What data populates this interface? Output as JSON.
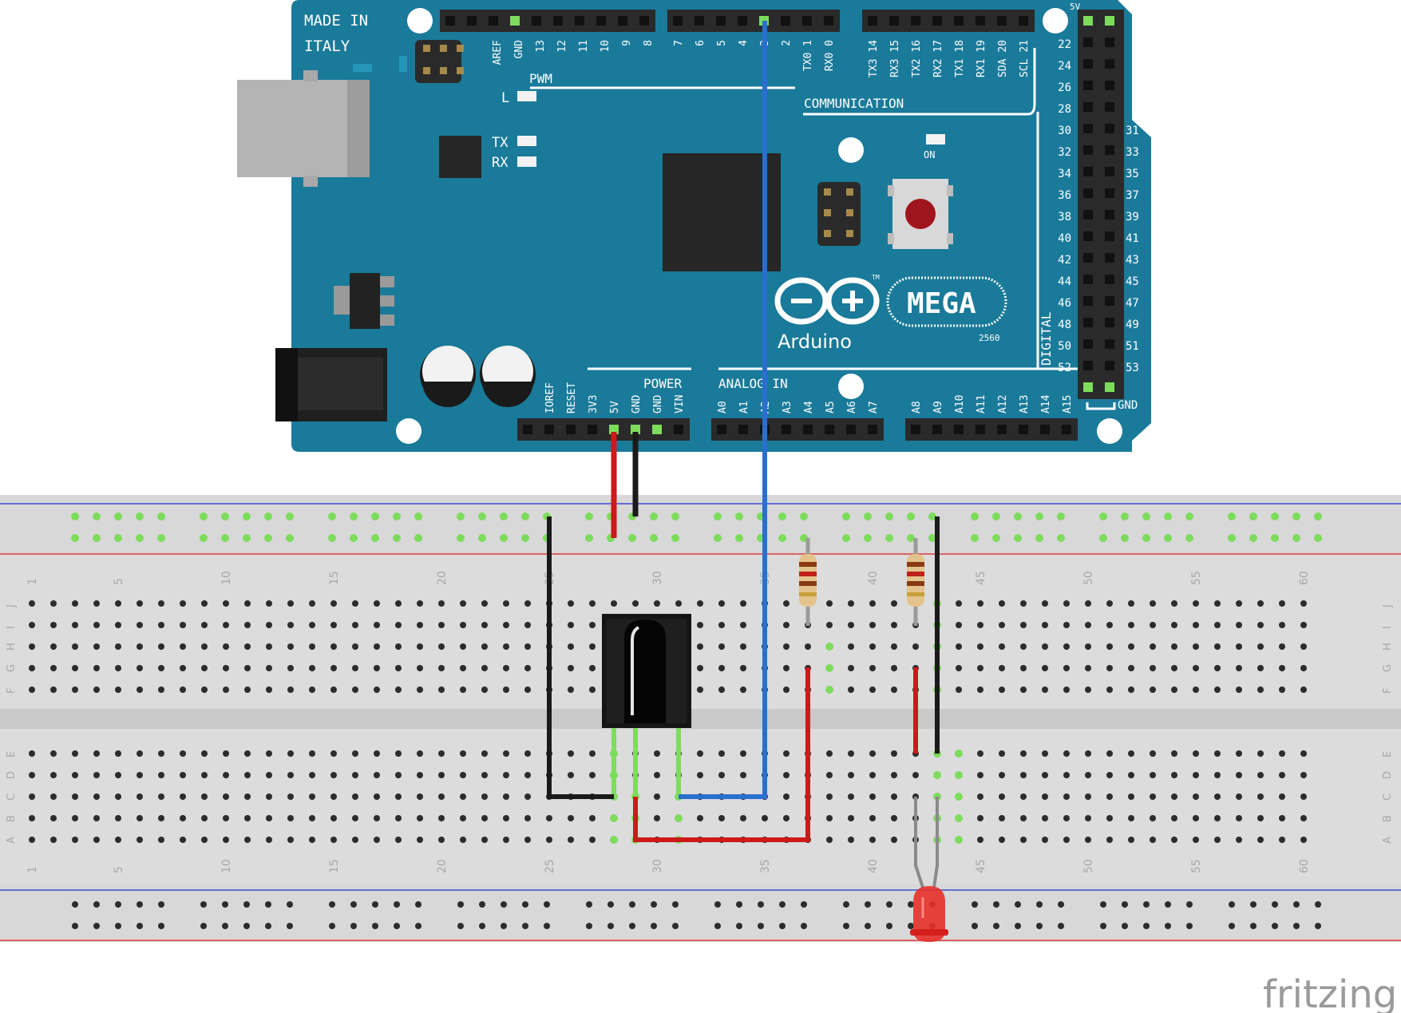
{
  "board": {
    "made_in": "MADE IN",
    "italy": "ITALY",
    "brand": "Arduino",
    "model": "MEGA",
    "model_no": "2560",
    "tm": "TM",
    "pwm_label": "PWM",
    "comm_label": "COMMUNICATION",
    "power_label": "POWER",
    "analog_label": "ANALOG IN",
    "digital_label": "DIGITAL",
    "on_label": "ON",
    "gnd_label": "GND",
    "fivev_label": "5V",
    "led_l": "L",
    "led_tx": "TX",
    "led_rx": "RX",
    "top_pins_a": [
      "AREF",
      "GND",
      "13",
      "12",
      "11",
      "10",
      "9",
      "8"
    ],
    "top_pins_b": [
      "7",
      "6",
      "5",
      "4",
      "3",
      "2",
      "TX0 1",
      "RX0 0"
    ],
    "top_pins_c": [
      "TX3 14",
      "RX3 15",
      "TX2 16",
      "RX2 17",
      "TX1 18",
      "RX1 19",
      "SDA 20",
      "SCL 21"
    ],
    "power_pins": [
      "IOREF",
      "RESET",
      "3V3",
      "5V",
      "GND",
      "GND",
      "VIN"
    ],
    "analog_pins_a": [
      "A0",
      "A1",
      "A2",
      "A3",
      "A4",
      "A5",
      "A6",
      "A7"
    ],
    "analog_pins_b": [
      "A8",
      "A9",
      "A10",
      "A11",
      "A12",
      "A13",
      "A14",
      "A15"
    ],
    "digital_left": [
      "22",
      "24",
      "26",
      "28",
      "30",
      "32",
      "34",
      "36",
      "38",
      "40",
      "42",
      "44",
      "46",
      "48",
      "50",
      "52"
    ],
    "digital_right": [
      "31",
      "33",
      "35",
      "37",
      "39",
      "41",
      "43",
      "45",
      "47",
      "49",
      "51",
      "53"
    ]
  },
  "breadboard": {
    "column_numbers": [
      "1",
      "5",
      "10",
      "15",
      "20",
      "25",
      "30",
      "35",
      "40",
      "45",
      "50",
      "55",
      "60"
    ],
    "row_letters_top": [
      "J",
      "I",
      "H",
      "G",
      "F"
    ],
    "row_letters_bottom": [
      "E",
      "D",
      "C",
      "B",
      "A"
    ]
  },
  "watermark": "fritzing",
  "colors": {
    "board": "#1a7a9a",
    "wire_red": "#cc1a1a",
    "wire_black": "#1a1a1a",
    "wire_blue": "#2a6fcf",
    "breadboard": "#dddddd",
    "rail_red": "#e03a3a",
    "rail_blue": "#3a4ad0",
    "active_hole": "#7ddc5c",
    "led": "#e8302a"
  }
}
